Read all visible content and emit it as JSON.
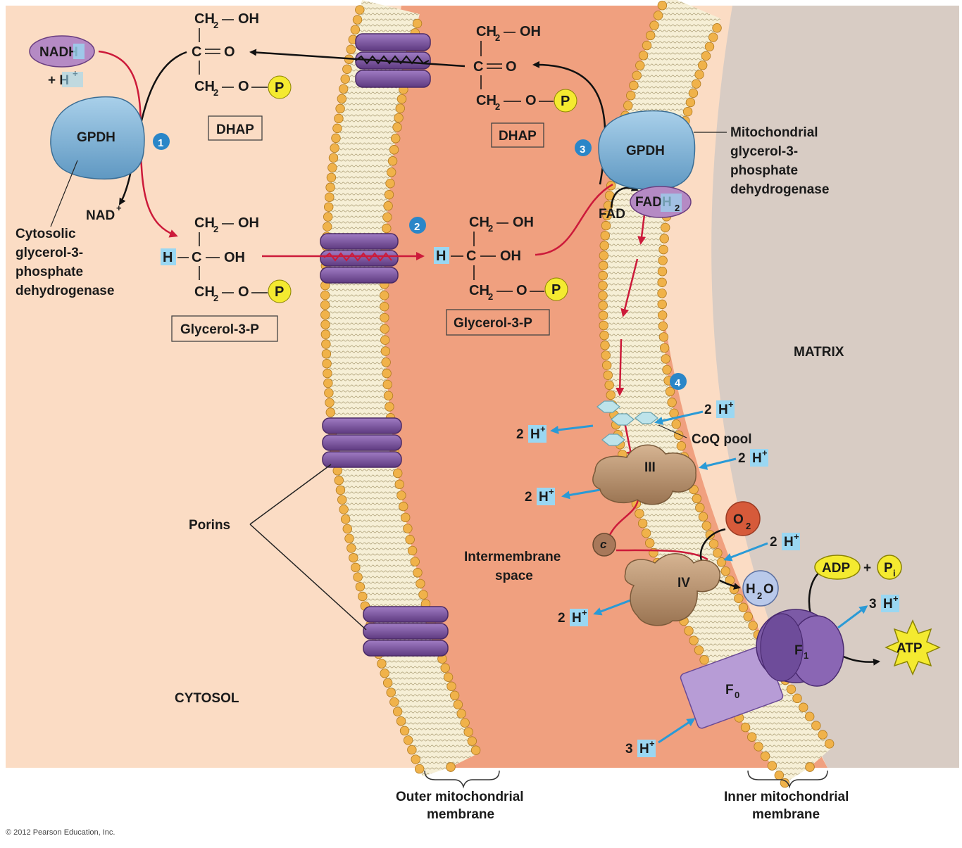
{
  "regions": {
    "cytosol": "CYTOSOL",
    "matrix": "MATRIX",
    "intermembrane_line1": "Intermembrane",
    "intermembrane_line2": "space"
  },
  "membranes": {
    "outer_line1": "Outer mitochondrial",
    "outer_line2": "membrane",
    "inner_line1": "Inner mitochondrial",
    "inner_line2": "membrane"
  },
  "steps": [
    "1",
    "2",
    "3",
    "4"
  ],
  "enzymes": {
    "gpdh": "GPDH",
    "cytosolic_lines": [
      "Cytosolic",
      "glycerol-3-",
      "phosphate",
      "dehydrogenase"
    ],
    "mito_lines": [
      "Mitochondrial",
      "glycerol-3-",
      "phosphate",
      "dehydrogenase"
    ]
  },
  "cofactors": {
    "nadh": "NADH",
    "plus_h": "+ H",
    "nad": "NAD",
    "fad": "FAD",
    "fadh2": "FADH",
    "sub2": "2",
    "plus_sup": "+"
  },
  "molecules": {
    "dhap": "DHAP",
    "glycerol3p": "Glycerol-3-P",
    "ch2": "CH",
    "oh": "OH",
    "c": "C",
    "o": "O",
    "h": "H",
    "p": "P",
    "dash": "—"
  },
  "porins": "Porins",
  "etc": {
    "coq_pool": "CoQ pool",
    "complex3": "III",
    "complex4": "IV",
    "cyt_c": "c",
    "o2": "O",
    "h2o_h": "H",
    "h2o_o": "O",
    "adp": "ADP",
    "plus": "+",
    "pi": "P",
    "pi_sub": "i",
    "atp": "ATP",
    "f0": "F",
    "f0_sub": "0",
    "f1": "F",
    "f1_sub": "1"
  },
  "protons": {
    "two": "2",
    "three": "3",
    "h": "H",
    "sup": "+"
  },
  "copyright": "© 2012 Pearson Education, Inc.",
  "colors": {
    "cytosol_bg": "#fbdcc4",
    "ims_bg": "#f0a07f",
    "matrix_bg": "#d8ccc4",
    "lipid_head": "#f0b24a",
    "porin": "#7a4f9a",
    "gpdh": "#7fb3d6",
    "red_arrow": "#cc1a3a",
    "blue_arrow": "#2a9ad6",
    "proton_box": "#9ad7f2",
    "phosphate": "#f4ea30",
    "complex": "#b8916c",
    "atp_synthase": "#7c5aa6"
  }
}
